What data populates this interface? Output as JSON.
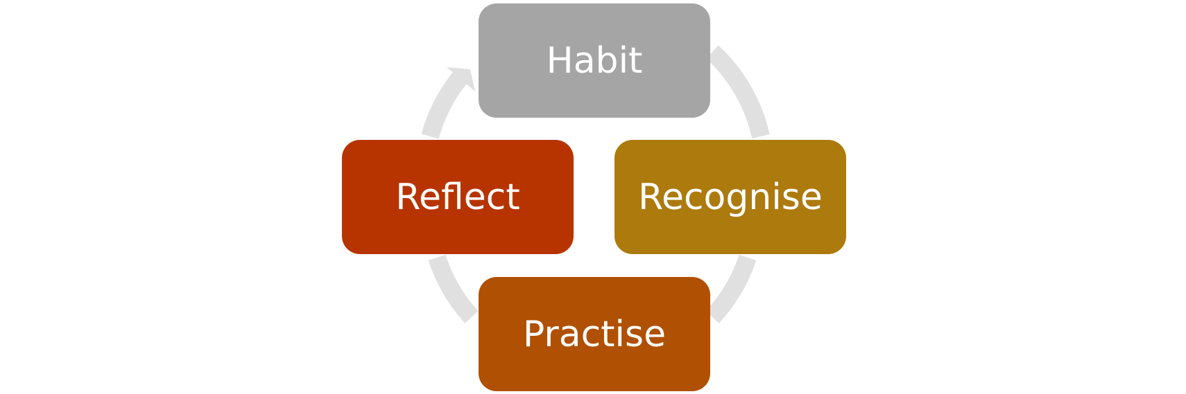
{
  "diagram": {
    "type": "cycle",
    "arrow_color": "#e0e0e0",
    "nodes": [
      {
        "id": "habit",
        "label": "Habit",
        "color": "#a5a5a5"
      },
      {
        "id": "recognise",
        "label": "Recognise",
        "color": "#ad7a0e"
      },
      {
        "id": "practise",
        "label": "Practise",
        "color": "#b05003"
      },
      {
        "id": "reflect",
        "label": "Reflect",
        "color": "#b73400"
      }
    ]
  }
}
